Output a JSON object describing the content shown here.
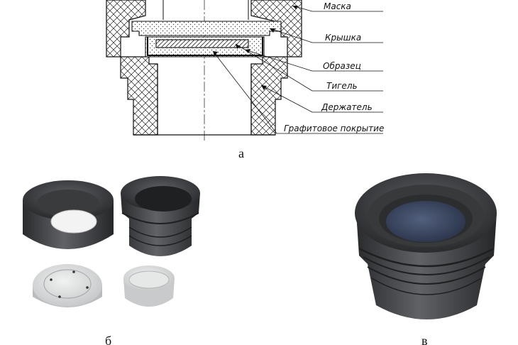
{
  "diagram": {
    "callouts": [
      "Маска",
      "Крышка",
      "Образец",
      "Тигель",
      "Держатель",
      "Графитовое покрытие"
    ]
  },
  "panels": {
    "a": "а",
    "b": "б",
    "c": "в"
  },
  "colors": {
    "line": "#111111",
    "graphite_dark": "#2f3032",
    "graphite_mid": "#55575a",
    "graphite_light": "#8a8c90",
    "quartz": "#d9dadb",
    "sample_blue": "#3d4a66"
  }
}
